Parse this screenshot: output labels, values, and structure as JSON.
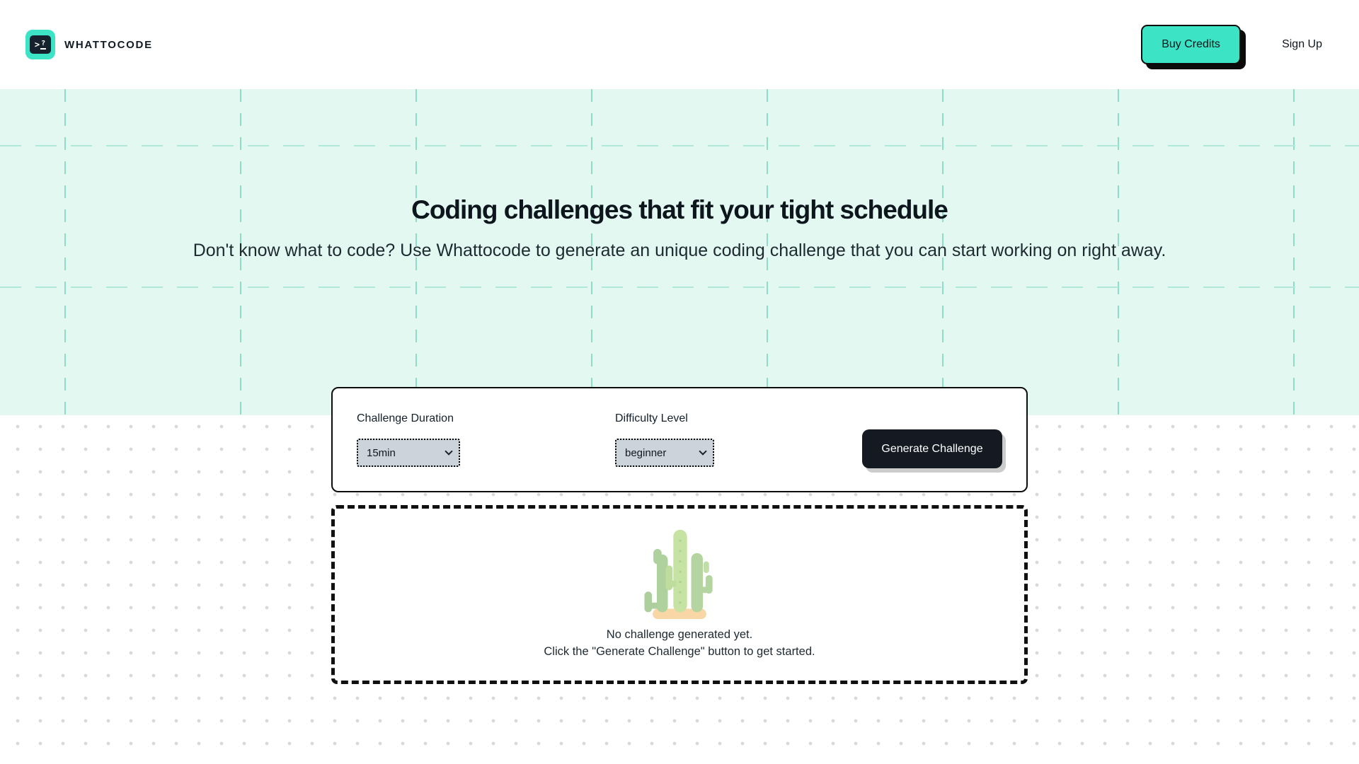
{
  "brand": {
    "name": "WHATTOCODE",
    "logo_gt": ">",
    "logo_q": "?"
  },
  "header": {
    "buy_credits_label": "Buy Credits",
    "sign_up_label": "Sign Up"
  },
  "hero": {
    "title": "Coding challenges that fit your tight schedule",
    "subtitle": "Don't know what to code? Use Whattocode to generate an unique coding challenge that you can start working on right away."
  },
  "form": {
    "duration_label": "Challenge Duration",
    "duration_value": "15min",
    "difficulty_label": "Difficulty Level",
    "generate_label": "Generate Challenge",
    "difficulty_value": "beginner"
  },
  "empty_state": {
    "icon": "cactus-illustration",
    "line1": "No challenge generated yet.",
    "line2": "Click the \"Generate Challenge\" button to get started."
  },
  "colors": {
    "accent_teal": "#3ce4c5",
    "mint_background": "#e4f8f2",
    "grid_dash": "#8fdccb",
    "dark_button": "#151a22",
    "select_background": "#ccd3da",
    "dot_pattern": "#d8d8d8"
  }
}
